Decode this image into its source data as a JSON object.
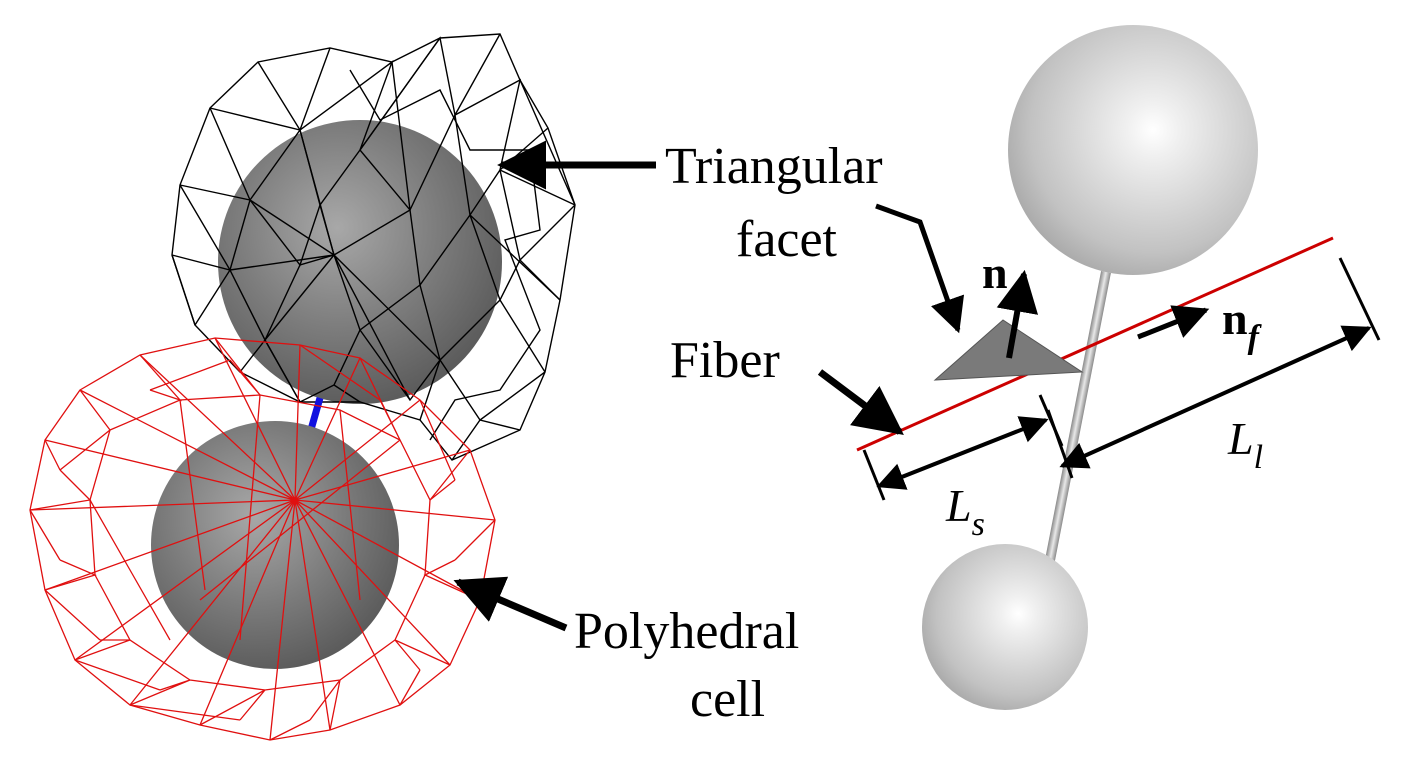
{
  "labels": {
    "triangular_line1": "Triangular",
    "triangular_line2": "facet",
    "polyhedral_line1": "Polyhedral",
    "polyhedral_line2": "cell",
    "fiber": "Fiber"
  },
  "symbols": {
    "normal": "n",
    "fiber_normal_base": "n",
    "fiber_normal_sub": "f",
    "long_base": "L",
    "long_sub": "l",
    "short_base": "L",
    "short_sub": "s"
  },
  "colors": {
    "upper_cell_wire": "#000000",
    "lower_cell_wire": "#e01010",
    "bond": "#1010e0",
    "fiber_line": "#cc0000",
    "facet": "#7a7a7a"
  }
}
